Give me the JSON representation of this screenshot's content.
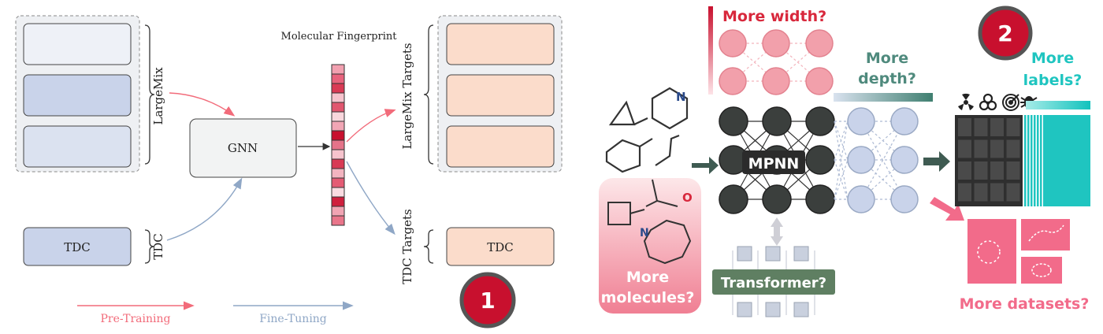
{
  "left": {
    "group_labels": {
      "largemix": "LargeMix",
      "tdc": "TDC"
    },
    "nodes": {
      "gnn": "GNN",
      "tdc_input": "TDC",
      "tdc_output": "TDC"
    },
    "fingerprint_title": "Molecular Fingerprint",
    "target_labels": {
      "largemix": "LargeMix Targets",
      "tdc": "TDC Targets"
    },
    "legend": {
      "pretraining": "Pre-Training",
      "finetuning": "Fine-Tuning"
    },
    "badge": "1",
    "fingerprint_colors": [
      "#f2a0b0",
      "#e8637d",
      "#d93a55",
      "#f6c3cd",
      "#e1566f",
      "#f8d6dc",
      "#f1a6b5",
      "#c8102e",
      "#e57389",
      "#f6c3cd",
      "#d83a55",
      "#f3b4c0",
      "#e45b74",
      "#f9dbe1",
      "#cf1f3d",
      "#f1a4b3",
      "#e9758a"
    ],
    "colors": {
      "pretrain": "#f26b7a",
      "finetune": "#8fa7c6",
      "input_fill": "#c9d3ea",
      "target_fill": "#fbdccb"
    }
  },
  "right": {
    "labels": {
      "width": "More width?",
      "depth": "More depth?",
      "labels_q": "More labels?",
      "mpnn": "MPNN",
      "molecules": "More molecules?",
      "transformer": "Transformer?",
      "datasets": "More datasets?"
    },
    "molecule_atoms": {
      "n1": "N",
      "n2": "N",
      "o": "O"
    },
    "badge": "2",
    "icon_names": [
      "radiation-icon",
      "biohazard-icon",
      "target-icon",
      "bug-icon"
    ],
    "colors": {
      "width": "#d8283c",
      "depth": "#4f8a7d",
      "labels": "#1fc5c0",
      "datasets": "#f26b8a",
      "transformer_bg": "#5f7f62",
      "mpnn_node": "#3b3f3d",
      "depth_node": "#c9d3ea",
      "molecules_box": "#f3a1ad"
    }
  }
}
